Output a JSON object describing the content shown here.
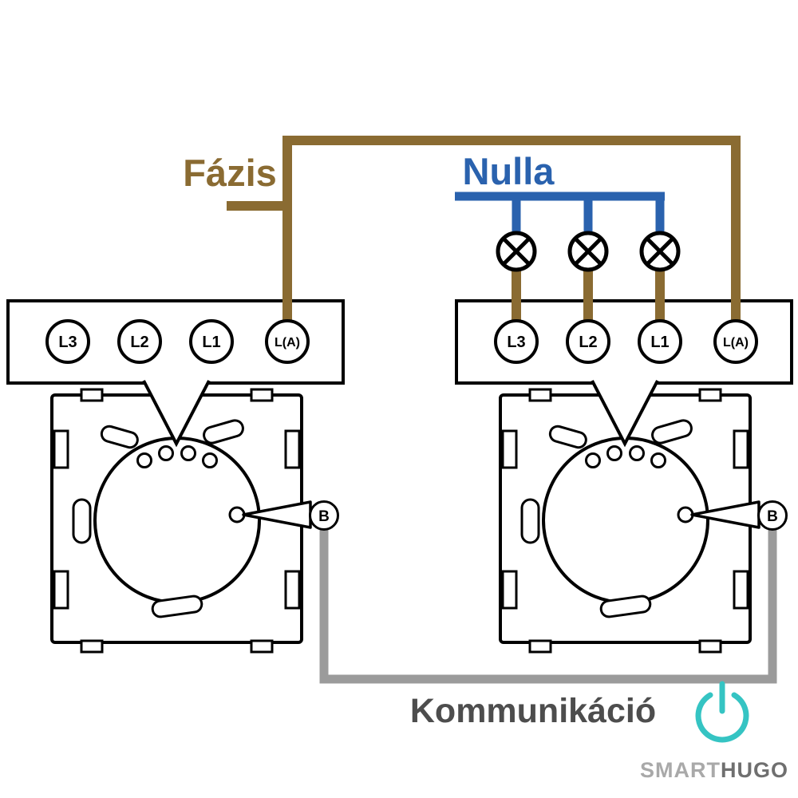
{
  "diagram": {
    "phase_label": "Fázis",
    "neutral_label": "Nulla",
    "communication_label": "Kommunikáció"
  },
  "colors": {
    "phase_wire_brown": "#8a6b32",
    "neutral_wire_blue": "#2a62ae",
    "communication_wire_gray": "#9b9b9b",
    "communication_label_gray": "#4d4d4d",
    "outline_black": "#000000",
    "brand_teal": "#35c4c3",
    "logo_smart_gray": "#a9a9a9",
    "logo_hugo_gray": "#6f6f6f"
  },
  "left_switch": {
    "terminals": [
      "L3",
      "L2",
      "L1",
      "L(A)"
    ],
    "comm_terminal_label": "B"
  },
  "right_switch": {
    "terminals": [
      "L3",
      "L2",
      "L1",
      "L(A)"
    ],
    "comm_terminal_label": "B"
  },
  "lamps": {
    "count": 3,
    "symbol": "lamp-cross-circle-icon"
  },
  "logo": {
    "smart": "SMART",
    "hugo": "HUGO"
  }
}
